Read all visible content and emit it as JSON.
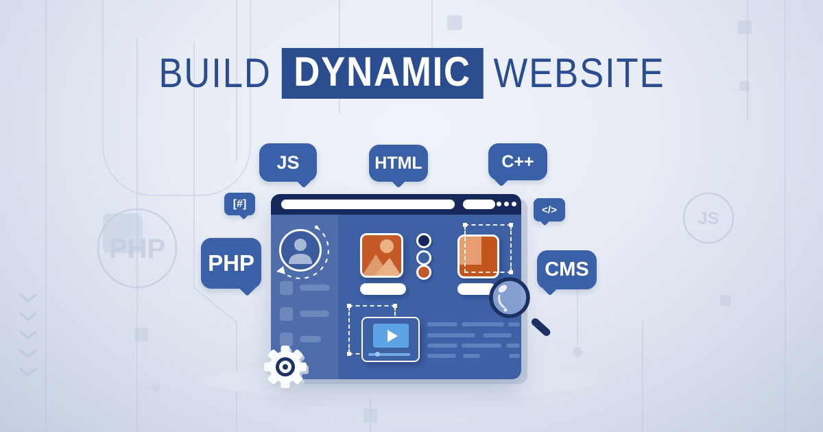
{
  "title": {
    "build": "BUILD",
    "dynamic": "DYNAMIC",
    "website": "WEBSITE"
  },
  "tech_bubbles": {
    "js": {
      "label": "JS"
    },
    "html": {
      "label": "HTML"
    },
    "cpp": {
      "label": "C++"
    },
    "hash": {
      "label": "[#]"
    },
    "code_tag": {
      "label": "</>"
    },
    "php": {
      "label": "PHP"
    },
    "cms": {
      "label": "CMS"
    }
  },
  "background_watermarks": {
    "php_badge": "PHP",
    "js_badge": "JS"
  },
  "colors": {
    "title_blue": "#2b4d90",
    "bubble_blue": "#3a61a8",
    "topbar_navy": "#16285c",
    "page_blue": "#3e61a6",
    "sidebar_blue": "#4f6cab",
    "accent_orange": "#c55a28",
    "video_screen_blue": "#5ea3e4"
  }
}
